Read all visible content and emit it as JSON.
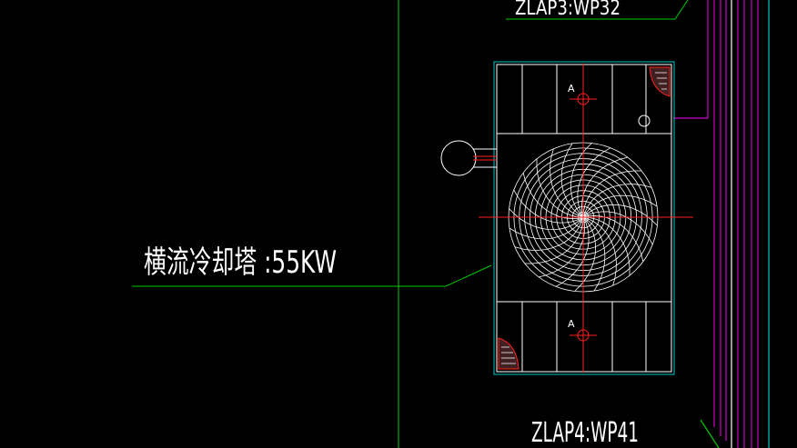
{
  "drawing": {
    "background": "#000000",
    "labels": {
      "tower_label": "横流冷却塔  :55KW",
      "top_tag": "ZLAP3:WP32",
      "bottom_tag": "ZLAP4:WP41",
      "marker_top": "A",
      "marker_bottom": "A"
    },
    "colors": {
      "leader": "#00cc00",
      "outline": "#ffffff",
      "offset_outline": "#00c8c8",
      "centerline": "#ff0000",
      "conduit": "#cc00cc",
      "hatch": "#ff2020"
    }
  }
}
